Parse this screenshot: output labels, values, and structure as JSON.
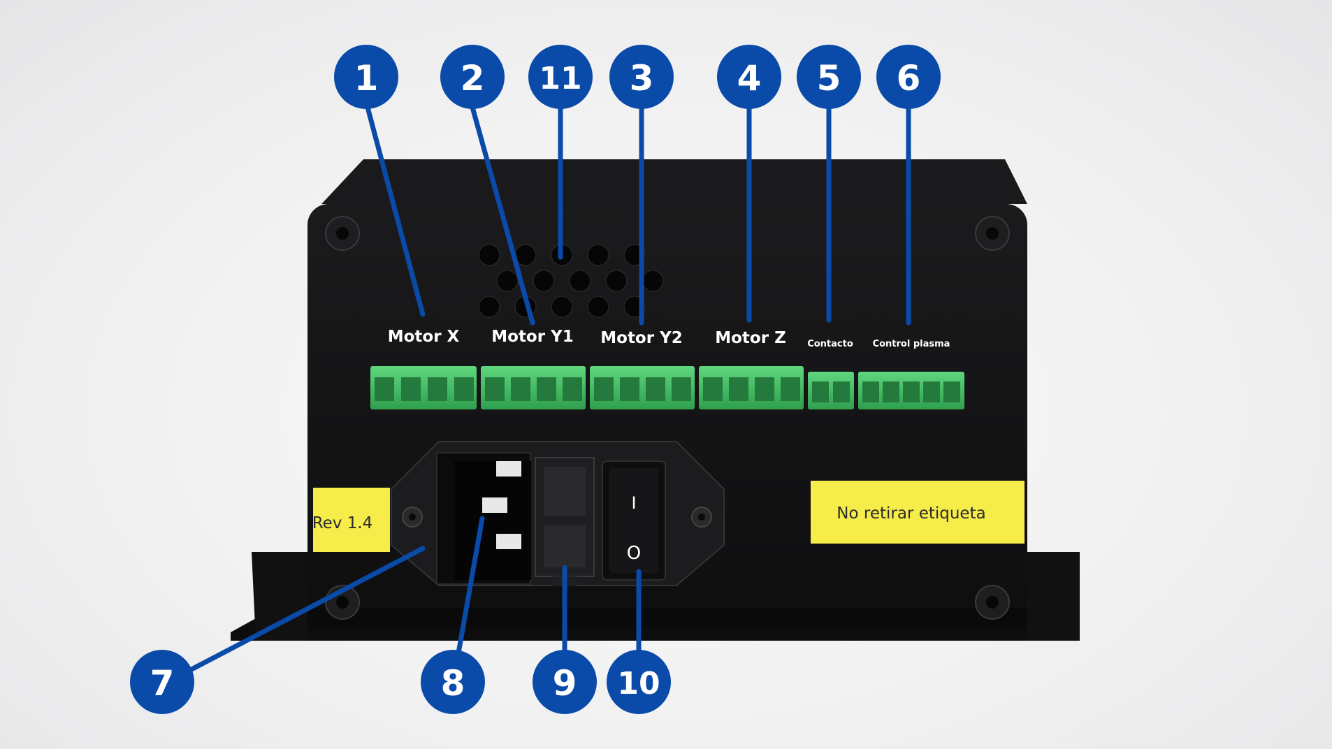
{
  "port_labels": {
    "motor_x": "Motor X",
    "motor_y1": "Motor Y1",
    "motor_y2": "Motor Y2",
    "motor_z": "Motor Z",
    "contacto": "Contacto",
    "control_plasma": "Control plasma"
  },
  "stickers": {
    "revision": "Rev 1.4",
    "warning": "No retirar etiqueta"
  },
  "switch_marks": {
    "on": "I",
    "off": "O"
  },
  "callouts": [
    "1",
    "2",
    "11",
    "3",
    "4",
    "5",
    "6",
    "7",
    "8",
    "9",
    "10"
  ],
  "colors": {
    "callout_blue": "#0a4aa8",
    "enclosure": "#131314",
    "terminal_green": "#3fbf62",
    "sticker_yellow": "#f6ec4a"
  }
}
